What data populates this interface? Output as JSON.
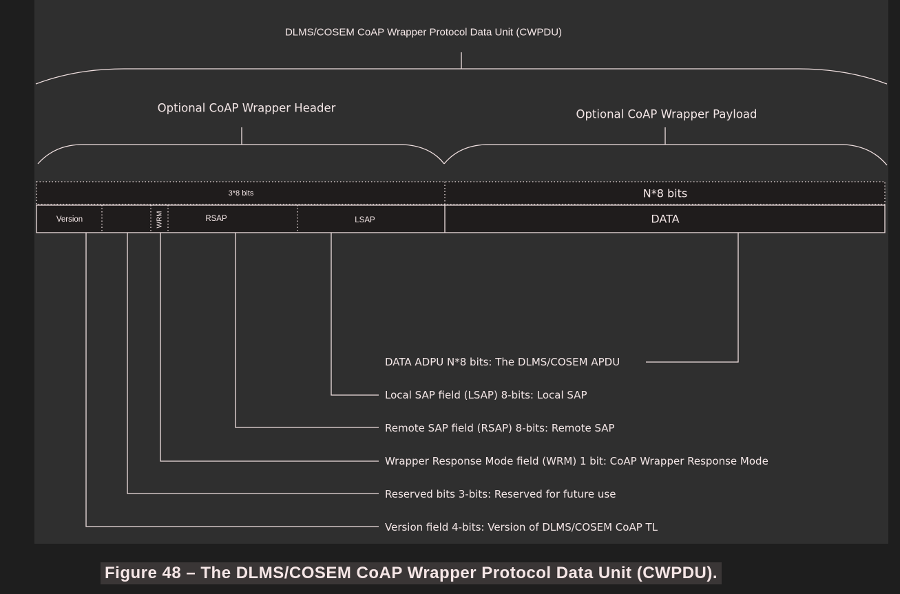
{
  "title": "DLMS/COSEM CoAP Wrapper Protocol Data Unit (CWPDU)",
  "header_label": "Optional CoAP Wrapper Header",
  "payload_label": "Optional CoAP Wrapper Payload",
  "bits": {
    "header": "3*8 bits",
    "payload": "N*8 bits"
  },
  "fields": {
    "version": "Version",
    "wrm": "WRM",
    "rsap": "RSAP",
    "lsap": "LSAP",
    "data": "DATA"
  },
  "descriptions": [
    "DATA ADPU N*8 bits: The DLMS/COSEM APDU",
    "Local SAP field (LSAP) 8-bits: Local SAP",
    "Remote SAP field (RSAP) 8-bits: Remote SAP",
    "Wrapper Response Mode field (WRM) 1 bit: CoAP Wrapper Response Mode",
    "Reserved bits 3-bits: Reserved for future use",
    "Version field 4-bits: Version of DLMS/COSEM CoAP TL"
  ],
  "caption": "Figure 48 – The DLMS/COSEM CoAP Wrapper Protocol Data Unit (CWPDU)."
}
